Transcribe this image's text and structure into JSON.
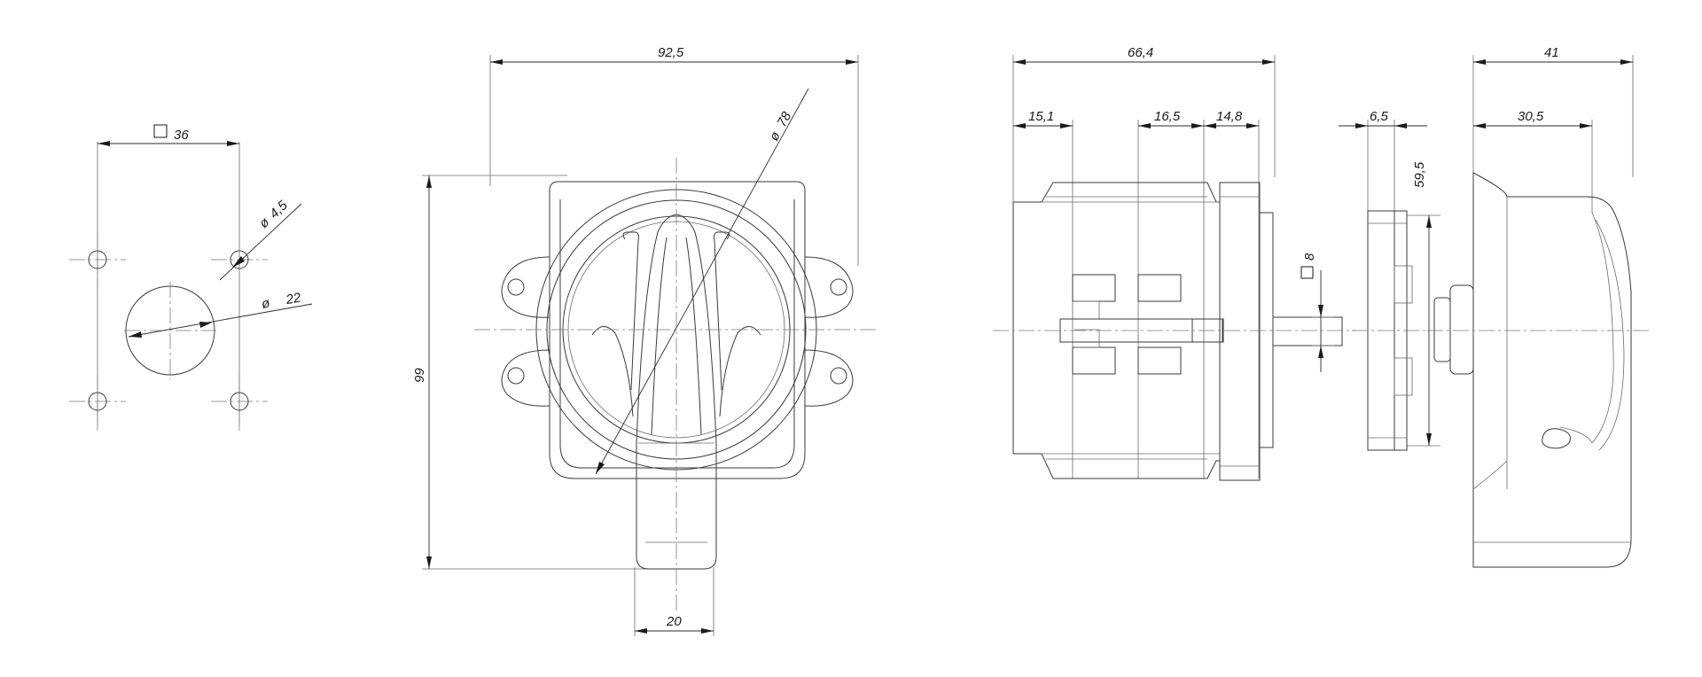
{
  "dimensions": {
    "cutout_square": "36",
    "hole_diameter_small": "4,5",
    "hole_diameter_large": "22",
    "front_width": "92,5",
    "front_height": "99",
    "bezel_diameter": "78",
    "handle_width": "20",
    "side_total": "66,4",
    "side_segment_1": "15,1",
    "side_segment_2": "16,5",
    "side_segment_3": "14,8",
    "shaft_square": "8",
    "flange_thickness": "6,5",
    "flange_height": "59,5",
    "cover_depth": "41",
    "cover_inner": "30,5"
  },
  "symbols": {
    "diameter": "ø",
    "square": "□"
  },
  "colors": {
    "line": "#3a3a3a",
    "dimension": "#2a2a2a",
    "background": "#ffffff"
  }
}
